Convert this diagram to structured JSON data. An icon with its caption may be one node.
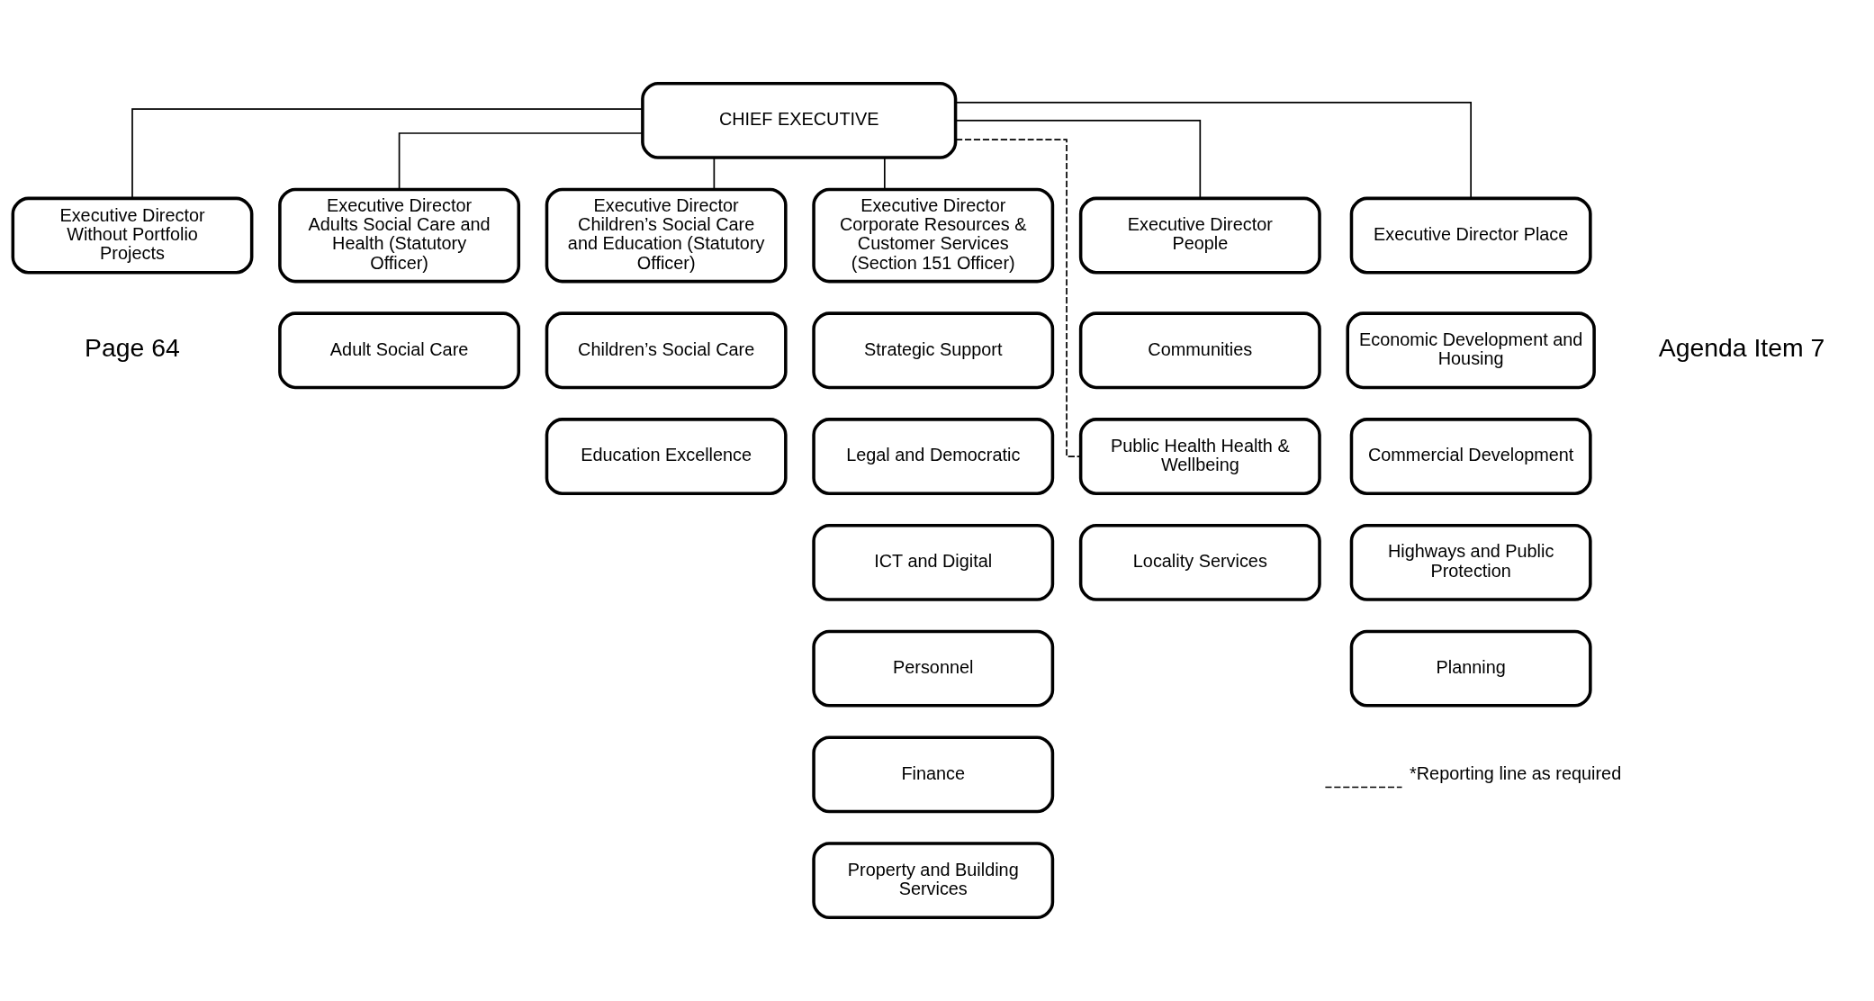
{
  "diagram": {
    "nodes": [
      {
        "text": [
          "CHIEF EXECUTIVE"
        ]
      },
      {
        "text": [
          "Executive Director Without Portfolio Projects"
        ]
      },
      {
        "text": [
          "Executive Director Adults Social Care and Health (Statutory Officer)"
        ]
      },
      {
        "text": [
          "Executive Director Children’s Social Care and Education (Statutory Officer)"
        ]
      },
      {
        "text": [
          "Executive Director Corporate Resources & Customer Services (Section 151 Officer)"
        ]
      },
      {
        "text": [
          "Executive Director People"
        ]
      },
      {
        "text": [
          "Executive Director Place"
        ]
      },
      {
        "text": [
          "Adult Social Care"
        ]
      },
      {
        "text": [
          "Children’s Social Care"
        ]
      },
      {
        "text": [
          "Education Excellence"
        ]
      },
      {
        "text": [
          "Strategic Support"
        ]
      },
      {
        "text": [
          "Legal and Democratic"
        ]
      },
      {
        "text": [
          "ICT and Digital"
        ]
      },
      {
        "text": [
          "Personnel"
        ]
      },
      {
        "text": [
          "Finance"
        ]
      },
      {
        "text": [
          "Property and Building Services"
        ]
      },
      {
        "text": [
          "Communities"
        ]
      },
      {
        "text": [
          "Public Health Health & Wellbeing"
        ]
      },
      {
        "text": [
          "Locality Services"
        ]
      },
      {
        "text": [
          "Economic Development and Housing"
        ]
      },
      {
        "text": [
          "Commercial Development"
        ]
      },
      {
        "text": [
          "Highways and Public Protection"
        ]
      },
      {
        "text": [
          "Planning"
        ]
      }
    ],
    "edges": [
      {
        "from": 0,
        "to": 1,
        "arrow": "none"
      },
      {
        "from": 0,
        "to": 2,
        "arrow": "none"
      },
      {
        "from": 0,
        "to": 3,
        "arrow": "none"
      },
      {
        "from": 0,
        "to": 4,
        "arrow": "none"
      },
      {
        "from": 0,
        "to": 17,
        "arrow": "none",
        "style": "dashed"
      },
      {
        "from": 0,
        "to": 5,
        "arrow": "none"
      },
      {
        "from": 0,
        "to": 6,
        "arrow": "none"
      }
    ],
    "labels": [
      "Page 64",
      "Agenda Item 7"
    ],
    "legend": [
      {
        "text": "*Reporting line as required"
      }
    ]
  }
}
